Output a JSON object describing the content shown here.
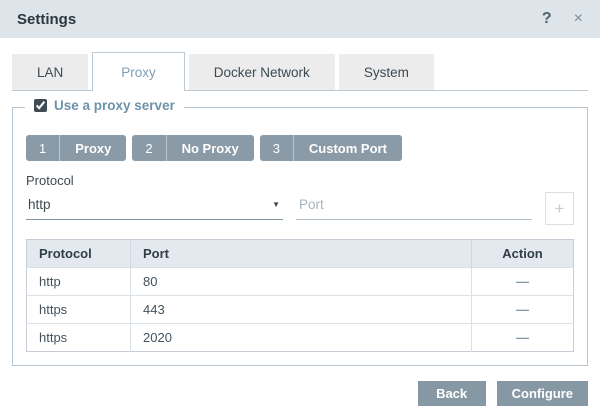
{
  "dialog": {
    "title": "Settings"
  },
  "titlebar_icons": {
    "help": "?",
    "close": "×"
  },
  "tabs": [
    {
      "label": "LAN",
      "active": false
    },
    {
      "label": "Proxy",
      "active": true
    },
    {
      "label": "Docker Network",
      "active": false
    },
    {
      "label": "System",
      "active": false
    }
  ],
  "proxy": {
    "legend": "Use a proxy server",
    "checkbox_checked": true,
    "shortcuts": [
      {
        "number": "1",
        "label": "Proxy"
      },
      {
        "number": "2",
        "label": "No Proxy"
      },
      {
        "number": "3",
        "label": "Custom Port"
      }
    ],
    "protocol_label": "Protocol",
    "protocol_value": "http",
    "protocol_caret": "▼",
    "port_placeholder": "Port",
    "add_button": "+",
    "table": {
      "headers": {
        "protocol": "Protocol",
        "port": "Port",
        "action": "Action"
      },
      "rows": [
        {
          "protocol": "http",
          "port": "80",
          "action": "—"
        },
        {
          "protocol": "https",
          "port": "443",
          "action": "—"
        },
        {
          "protocol": "https",
          "port": "2020",
          "action": "—"
        }
      ]
    }
  },
  "footer": {
    "back_label": "Back",
    "configure_label": "Configure"
  },
  "colors": {
    "titlebar_bg": "#dde4ea",
    "accent_button": "#8a9aa6",
    "active_tab_text": "#7e9fb4",
    "inactive_tab_bg": "#ececec",
    "panel_border": "#b7c5d0",
    "table_header_bg": "#e4e9ef",
    "legend_text": "#6d93a9"
  }
}
